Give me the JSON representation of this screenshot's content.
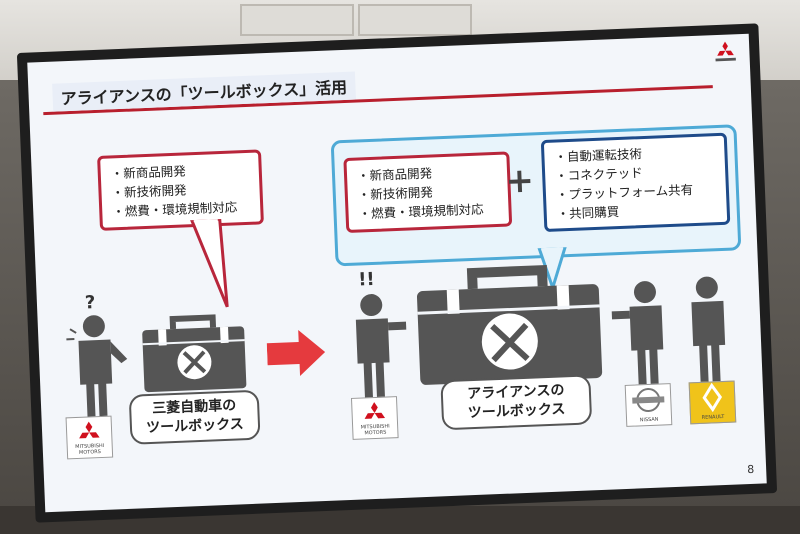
{
  "slide": {
    "title": "アライアンスの「ツールボックス」活用",
    "page_number": "8",
    "left_bubble": {
      "items": [
        "・新商品開発",
        "・新技術開発",
        "・燃費・環境規制対応"
      ]
    },
    "right_bubble": {
      "red_items": [
        "・新商品開発",
        "・新技術開発",
        "・燃費・環境規制対応"
      ],
      "plus": "+",
      "blue_items": [
        "・自動運転技術",
        "・コネクテッド",
        "・プラットフォーム共有",
        "・共同購買"
      ]
    },
    "left_person_mark": "?",
    "middle_person_mark": "!!",
    "left_toolbox_label": [
      "三菱自動車の",
      "ツールボックス"
    ],
    "right_toolbox_label": [
      "アライアンスの",
      "ツールボックス"
    ],
    "logos": {
      "mitsubishi": "MITSUBISHI MOTORS",
      "nissan": "NISSAN",
      "renault": "RENAULT"
    },
    "colors": {
      "accent_red": "#b8263b",
      "accent_blue": "#4eaad6",
      "navy": "#1e4b8a",
      "arrow": "#e53a3e",
      "figure": "#555555"
    }
  }
}
